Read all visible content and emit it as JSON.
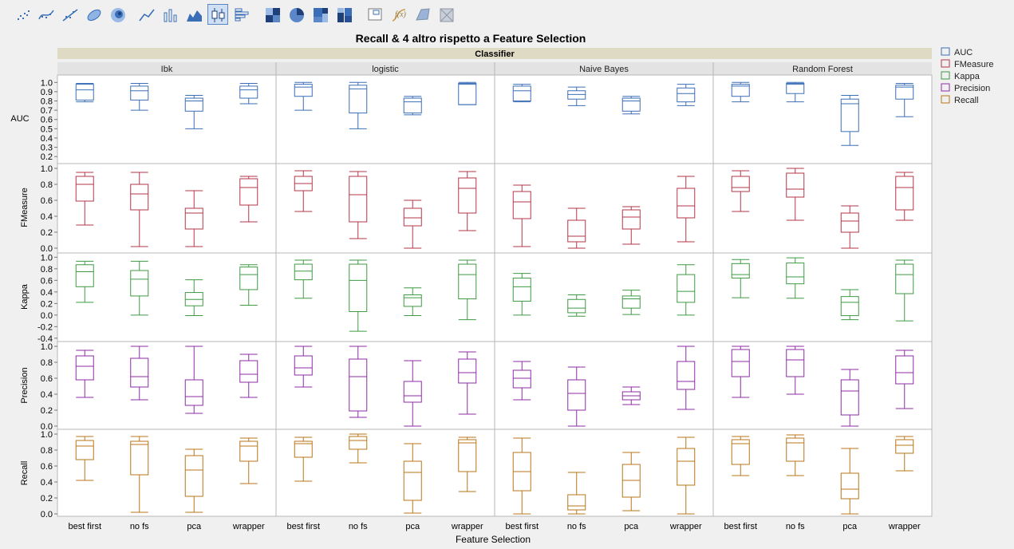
{
  "toolbar": {
    "buttons": [
      {
        "icon": "scatter-plot-icon"
      },
      {
        "icon": "smoother-icon"
      },
      {
        "icon": "line-fit-icon"
      },
      {
        "icon": "ellipse-icon"
      },
      {
        "icon": "contour-icon"
      },
      {
        "icon": "line-chart-icon"
      },
      {
        "icon": "bar-chart-icon"
      },
      {
        "icon": "area-chart-icon"
      },
      {
        "icon": "box-plot-icon",
        "active": true
      },
      {
        "icon": "histogram-icon"
      },
      {
        "icon": "heatmap-icon"
      },
      {
        "icon": "pie-chart-icon"
      },
      {
        "icon": "treemap-icon"
      },
      {
        "icon": "mosaic-icon"
      },
      {
        "icon": "caption-box-icon"
      },
      {
        "icon": "formula-icon"
      },
      {
        "icon": "map-shape-icon"
      },
      {
        "icon": "grid-icon"
      }
    ]
  },
  "colors": {
    "AUC": "#3b6fb6",
    "FMeasure": "#b5364a",
    "Kappa": "#3e9a43",
    "Precision": "#8e2ba6",
    "Recall": "#b87618"
  },
  "chart_data": {
    "type": "box",
    "title": "Recall & 4 altro rispetto a Feature Selection",
    "group_header": "Classifier",
    "xlabel": "Feature Selection",
    "columns": [
      "Ibk",
      "logistic",
      "Naive Bayes",
      "Random Forest"
    ],
    "categories": [
      "best first",
      "no fs",
      "pca",
      "wrapper"
    ],
    "rows": [
      {
        "name": "AUC",
        "ylim": [
          0.15,
          1.08
        ],
        "ticks": [
          0.2,
          0.3,
          0.4,
          0.5,
          0.6,
          0.7,
          0.8,
          0.9,
          1.0
        ],
        "tick_labels": [
          "0.2",
          "0.3",
          "0.4",
          "0.5",
          "0.6",
          "0.7",
          "0.8",
          "0.9",
          "1.0"
        ]
      },
      {
        "name": "FMeasure",
        "ylim": [
          -0.03,
          1.05
        ],
        "ticks": [
          0,
          0.2,
          0.4,
          0.6,
          0.8,
          1.0
        ],
        "tick_labels": [
          "0.0",
          "0.2",
          "0.4",
          "0.6",
          "0.8",
          "1.0"
        ]
      },
      {
        "name": "Kappa",
        "ylim": [
          -0.43,
          1.06
        ],
        "ticks": [
          -0.4,
          -0.2,
          0,
          0.2,
          0.4,
          0.6,
          0.8,
          1.0
        ],
        "tick_labels": [
          "-0.4",
          "-0.2",
          "0.0",
          "0.2",
          "0.4",
          "0.6",
          "0.8",
          "1.0"
        ]
      },
      {
        "name": "Precision",
        "ylim": [
          -0.03,
          1.05
        ],
        "ticks": [
          0,
          0.2,
          0.4,
          0.6,
          0.8,
          1.0
        ],
        "tick_labels": [
          "0.0",
          "0.2",
          "0.4",
          "0.6",
          "0.8",
          "1.0"
        ]
      },
      {
        "name": "Recall",
        "ylim": [
          -0.03,
          1.05
        ],
        "ticks": [
          0,
          0.2,
          0.4,
          0.6,
          0.8,
          1.0
        ],
        "tick_labels": [
          "0.0",
          "0.2",
          "0.4",
          "0.6",
          "0.8",
          "1.0"
        ]
      }
    ],
    "legend": [
      "AUC",
      "FMeasure",
      "Kappa",
      "Precision",
      "Recall"
    ],
    "legend_position": "right",
    "boxes": {
      "AUC": {
        "Ibk": [
          [
            0.79,
            0.81,
            0.92,
            0.98,
            0.99
          ],
          [
            0.7,
            0.81,
            0.91,
            0.96,
            0.99
          ],
          [
            0.5,
            0.69,
            0.8,
            0.83,
            0.86
          ],
          [
            0.77,
            0.83,
            0.92,
            0.96,
            0.99
          ]
        ],
        "logistic": [
          [
            0.7,
            0.85,
            0.95,
            0.98,
            1.0
          ],
          [
            0.5,
            0.67,
            0.93,
            0.97,
            1.0
          ],
          [
            0.65,
            0.67,
            0.79,
            0.83,
            0.85
          ],
          [
            0.76,
            0.76,
            0.98,
            0.99,
            1.0
          ]
        ],
        "Naive Bayes": [
          [
            0.79,
            0.8,
            0.91,
            0.96,
            0.98
          ],
          [
            0.75,
            0.82,
            0.87,
            0.91,
            0.95
          ],
          [
            0.66,
            0.69,
            0.8,
            0.83,
            0.85
          ],
          [
            0.75,
            0.79,
            0.88,
            0.94,
            0.98
          ]
        ],
        "Random Forest": [
          [
            0.79,
            0.85,
            0.96,
            0.98,
            1.0
          ],
          [
            0.79,
            0.88,
            0.98,
            0.99,
            1.0
          ],
          [
            0.32,
            0.47,
            0.77,
            0.82,
            0.86
          ],
          [
            0.63,
            0.82,
            0.95,
            0.97,
            0.99
          ]
        ]
      },
      "FMeasure": {
        "Ibk": [
          [
            0.29,
            0.59,
            0.8,
            0.9,
            0.95
          ],
          [
            0.02,
            0.48,
            0.68,
            0.8,
            0.95
          ],
          [
            0.02,
            0.24,
            0.44,
            0.5,
            0.72
          ],
          [
            0.33,
            0.54,
            0.76,
            0.87,
            0.9
          ]
        ],
        "logistic": [
          [
            0.46,
            0.72,
            0.81,
            0.9,
            0.97
          ],
          [
            0.12,
            0.33,
            0.67,
            0.9,
            0.96
          ],
          [
            0.0,
            0.28,
            0.38,
            0.5,
            0.6
          ],
          [
            0.22,
            0.44,
            0.75,
            0.88,
            0.96
          ]
        ],
        "Naive Bayes": [
          [
            0.02,
            0.37,
            0.58,
            0.71,
            0.79
          ],
          [
            0.0,
            0.08,
            0.15,
            0.35,
            0.5
          ],
          [
            0.05,
            0.24,
            0.39,
            0.48,
            0.52
          ],
          [
            0.08,
            0.38,
            0.53,
            0.75,
            0.9
          ]
        ],
        "Random Forest": [
          [
            0.46,
            0.71,
            0.76,
            0.9,
            0.97
          ],
          [
            0.35,
            0.64,
            0.74,
            0.94,
            1.0
          ],
          [
            0.0,
            0.2,
            0.34,
            0.44,
            0.53
          ],
          [
            0.35,
            0.48,
            0.76,
            0.9,
            0.95
          ]
        ]
      },
      "Kappa": {
        "Ibk": [
          [
            0.22,
            0.49,
            0.75,
            0.87,
            0.93
          ],
          [
            0.0,
            0.33,
            0.62,
            0.77,
            0.93
          ],
          [
            -0.01,
            0.16,
            0.27,
            0.39,
            0.61
          ],
          [
            0.17,
            0.44,
            0.7,
            0.83,
            0.87
          ]
        ],
        "logistic": [
          [
            0.29,
            0.61,
            0.76,
            0.88,
            0.95
          ],
          [
            -0.28,
            0.06,
            0.6,
            0.88,
            0.95
          ],
          [
            -0.01,
            0.15,
            0.3,
            0.35,
            0.47
          ],
          [
            -0.08,
            0.28,
            0.7,
            0.88,
            0.95
          ]
        ],
        "Naive Bayes": [
          [
            0.0,
            0.24,
            0.49,
            0.64,
            0.72
          ],
          [
            -0.02,
            0.04,
            0.12,
            0.27,
            0.35
          ],
          [
            0.01,
            0.12,
            0.28,
            0.33,
            0.43
          ],
          [
            0.0,
            0.22,
            0.41,
            0.7,
            0.87
          ]
        ],
        "Random Forest": [
          [
            0.3,
            0.64,
            0.7,
            0.89,
            0.96
          ],
          [
            0.29,
            0.54,
            0.66,
            0.9,
            0.99
          ],
          [
            -0.08,
            -0.01,
            0.22,
            0.32,
            0.44
          ],
          [
            -0.1,
            0.37,
            0.7,
            0.88,
            0.95
          ]
        ]
      },
      "Precision": {
        "Ibk": [
          [
            0.36,
            0.58,
            0.75,
            0.88,
            0.95
          ],
          [
            0.33,
            0.49,
            0.62,
            0.85,
            1.0
          ],
          [
            0.16,
            0.26,
            0.37,
            0.58,
            1.0
          ],
          [
            0.36,
            0.55,
            0.65,
            0.82,
            0.9
          ]
        ],
        "logistic": [
          [
            0.49,
            0.64,
            0.73,
            0.88,
            1.0
          ],
          [
            0.11,
            0.19,
            0.62,
            0.84,
            1.0
          ],
          [
            0.0,
            0.3,
            0.38,
            0.56,
            0.82
          ],
          [
            0.15,
            0.54,
            0.67,
            0.84,
            0.93
          ]
        ],
        "Naive Bayes": [
          [
            0.33,
            0.48,
            0.6,
            0.7,
            0.81
          ],
          [
            0.0,
            0.2,
            0.41,
            0.58,
            0.74
          ],
          [
            0.27,
            0.33,
            0.38,
            0.43,
            0.49
          ],
          [
            0.21,
            0.46,
            0.56,
            0.81,
            1.0
          ]
        ],
        "Random Forest": [
          [
            0.36,
            0.62,
            0.81,
            0.96,
            1.0
          ],
          [
            0.4,
            0.62,
            0.83,
            0.96,
            1.0
          ],
          [
            0.0,
            0.14,
            0.44,
            0.58,
            0.71
          ],
          [
            0.22,
            0.53,
            0.67,
            0.88,
            0.95
          ]
        ]
      },
      "Recall": {
        "Ibk": [
          [
            0.42,
            0.68,
            0.85,
            0.92,
            0.97
          ],
          [
            0.02,
            0.49,
            0.87,
            0.91,
            0.97
          ],
          [
            0.02,
            0.22,
            0.55,
            0.73,
            0.81
          ],
          [
            0.38,
            0.66,
            0.85,
            0.91,
            0.95
          ]
        ],
        "logistic": [
          [
            0.41,
            0.71,
            0.88,
            0.91,
            0.96
          ],
          [
            0.64,
            0.81,
            0.92,
            0.97,
            1.0
          ],
          [
            0.01,
            0.17,
            0.52,
            0.66,
            0.88
          ],
          [
            0.28,
            0.53,
            0.89,
            0.93,
            0.96
          ]
        ],
        "Naive Bayes": [
          [
            0.0,
            0.29,
            0.53,
            0.77,
            0.95
          ],
          [
            0.0,
            0.05,
            0.1,
            0.24,
            0.52
          ],
          [
            0.04,
            0.21,
            0.42,
            0.62,
            0.77
          ],
          [
            0.0,
            0.36,
            0.66,
            0.82,
            0.96
          ]
        ],
        "Random Forest": [
          [
            0.48,
            0.62,
            0.88,
            0.93,
            0.97
          ],
          [
            0.48,
            0.66,
            0.89,
            0.95,
            0.99
          ],
          [
            0.0,
            0.19,
            0.31,
            0.51,
            0.82
          ],
          [
            0.54,
            0.76,
            0.86,
            0.93,
            0.97
          ]
        ]
      }
    }
  }
}
